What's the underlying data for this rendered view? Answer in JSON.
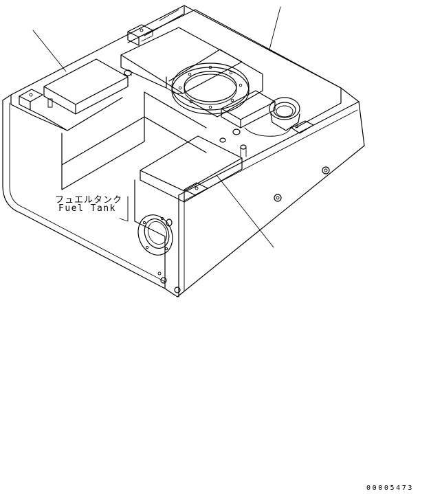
{
  "part_label": {
    "japanese": "フュエルタンク",
    "english": "Fuel Tank"
  },
  "drawing_number": "00005473"
}
